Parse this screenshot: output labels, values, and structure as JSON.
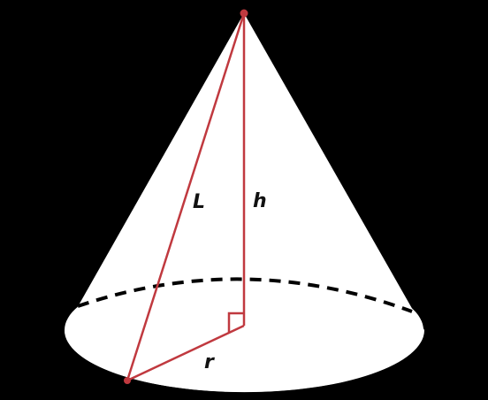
{
  "diagram": {
    "labels": {
      "slant_height": "L",
      "height": "h",
      "radius": "r"
    },
    "colors": {
      "background": "#000000",
      "cone_fill": "#ffffff",
      "measure_lines": "#c0393f",
      "base_dashes": "#000000",
      "label_text": "#111111"
    }
  }
}
